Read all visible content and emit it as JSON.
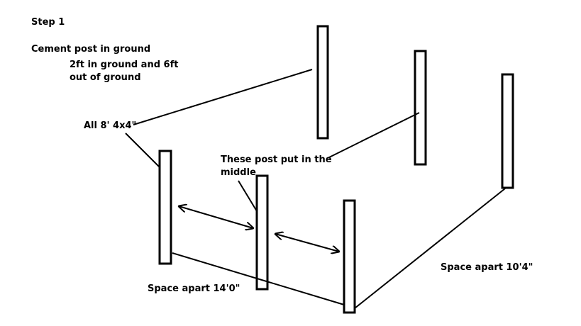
{
  "labels": {
    "step": "Step 1",
    "instruction": "Cement post in ground",
    "depth_line1": "2ft in ground and 6ft",
    "depth_line2": "out of ground",
    "post_size": "All 8' 4x4\"",
    "middle_line1": "These post put in the",
    "middle_line2": "middle",
    "space_front": "Space apart 14'0\"",
    "space_side": "Space apart 10'4\""
  },
  "colors": {
    "ink": "#000000",
    "background": "#ffffff"
  }
}
